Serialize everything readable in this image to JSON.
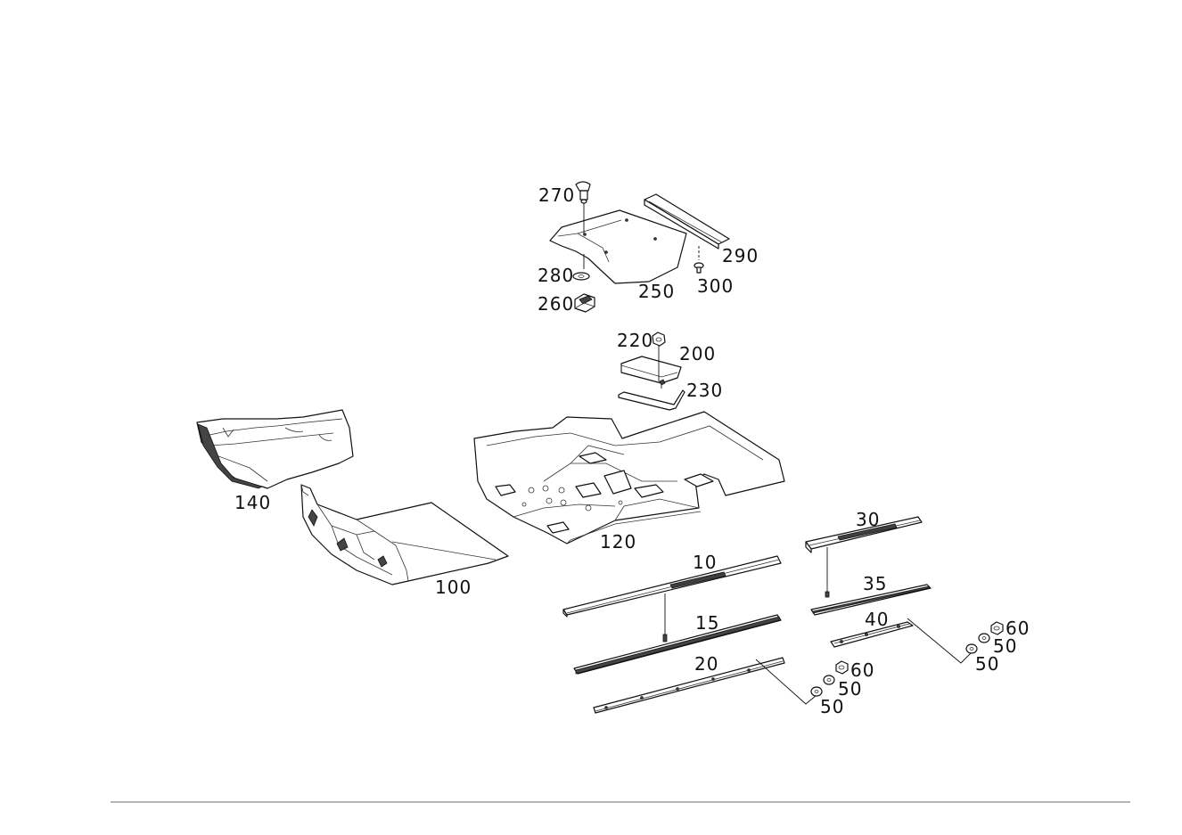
{
  "diagram": {
    "labels": {
      "p10": "10",
      "p15": "15",
      "p20": "20",
      "p30": "30",
      "p35": "35",
      "p40": "40",
      "p50a": "50",
      "p50b": "50",
      "p50c": "50",
      "p50d": "50",
      "p60a": "60",
      "p60b": "60",
      "p100": "100",
      "p120": "120",
      "p140": "140",
      "p200": "200",
      "p220": "220",
      "p230": "230",
      "p250": "250",
      "p260": "260",
      "p270": "270",
      "p280": "280",
      "p290": "290",
      "p300": "300"
    }
  }
}
